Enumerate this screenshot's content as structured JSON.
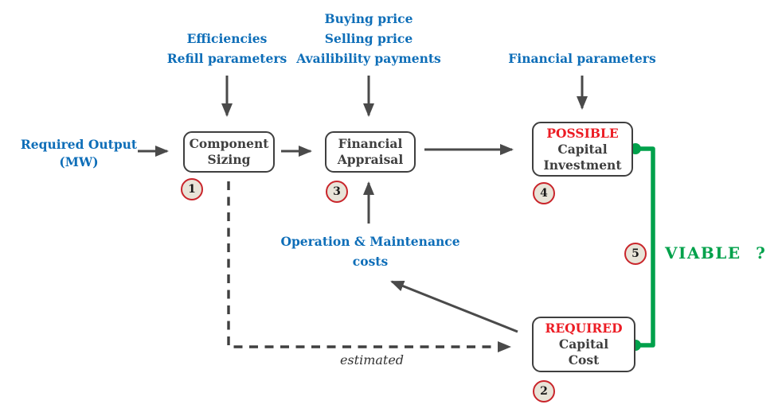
{
  "colors": {
    "label_blue": "#0E6EB8",
    "emphasis_red": "#EC1C24",
    "viable_green": "#00A14B",
    "arrow_gray": "#4A4A4A",
    "badge_ring": "#C9252B",
    "badge_fill": "#E8E4D8",
    "box_border": "#3F3F3F"
  },
  "inputs": {
    "prices": [
      "Buying price",
      "Selling price",
      "Availibility payments"
    ],
    "efficiencies": [
      "Efficiencies",
      "Refill parameters"
    ],
    "financial_parameters": "Financial parameters",
    "required_output": [
      "Required Output",
      "(MW)"
    ],
    "om_costs": [
      "Operation & Maintenance",
      "costs"
    ]
  },
  "boxes": {
    "component_sizing": {
      "lines": [
        "Component",
        "Sizing"
      ],
      "badge": "1"
    },
    "financial_appraisal": {
      "lines": [
        "Financial",
        "Appraisal"
      ],
      "badge": "3"
    },
    "possible_capital_investment": {
      "emphasis": "POSSIBLE",
      "lines": [
        "Capital",
        "Investment"
      ],
      "badge": "4"
    },
    "required_capital_cost": {
      "emphasis": "REQUIRED",
      "lines": [
        "Capital",
        "Cost"
      ],
      "badge": "2"
    }
  },
  "annotations": {
    "estimated": "estimated",
    "viable": "VIABLE ?",
    "viable_badge": "5"
  }
}
